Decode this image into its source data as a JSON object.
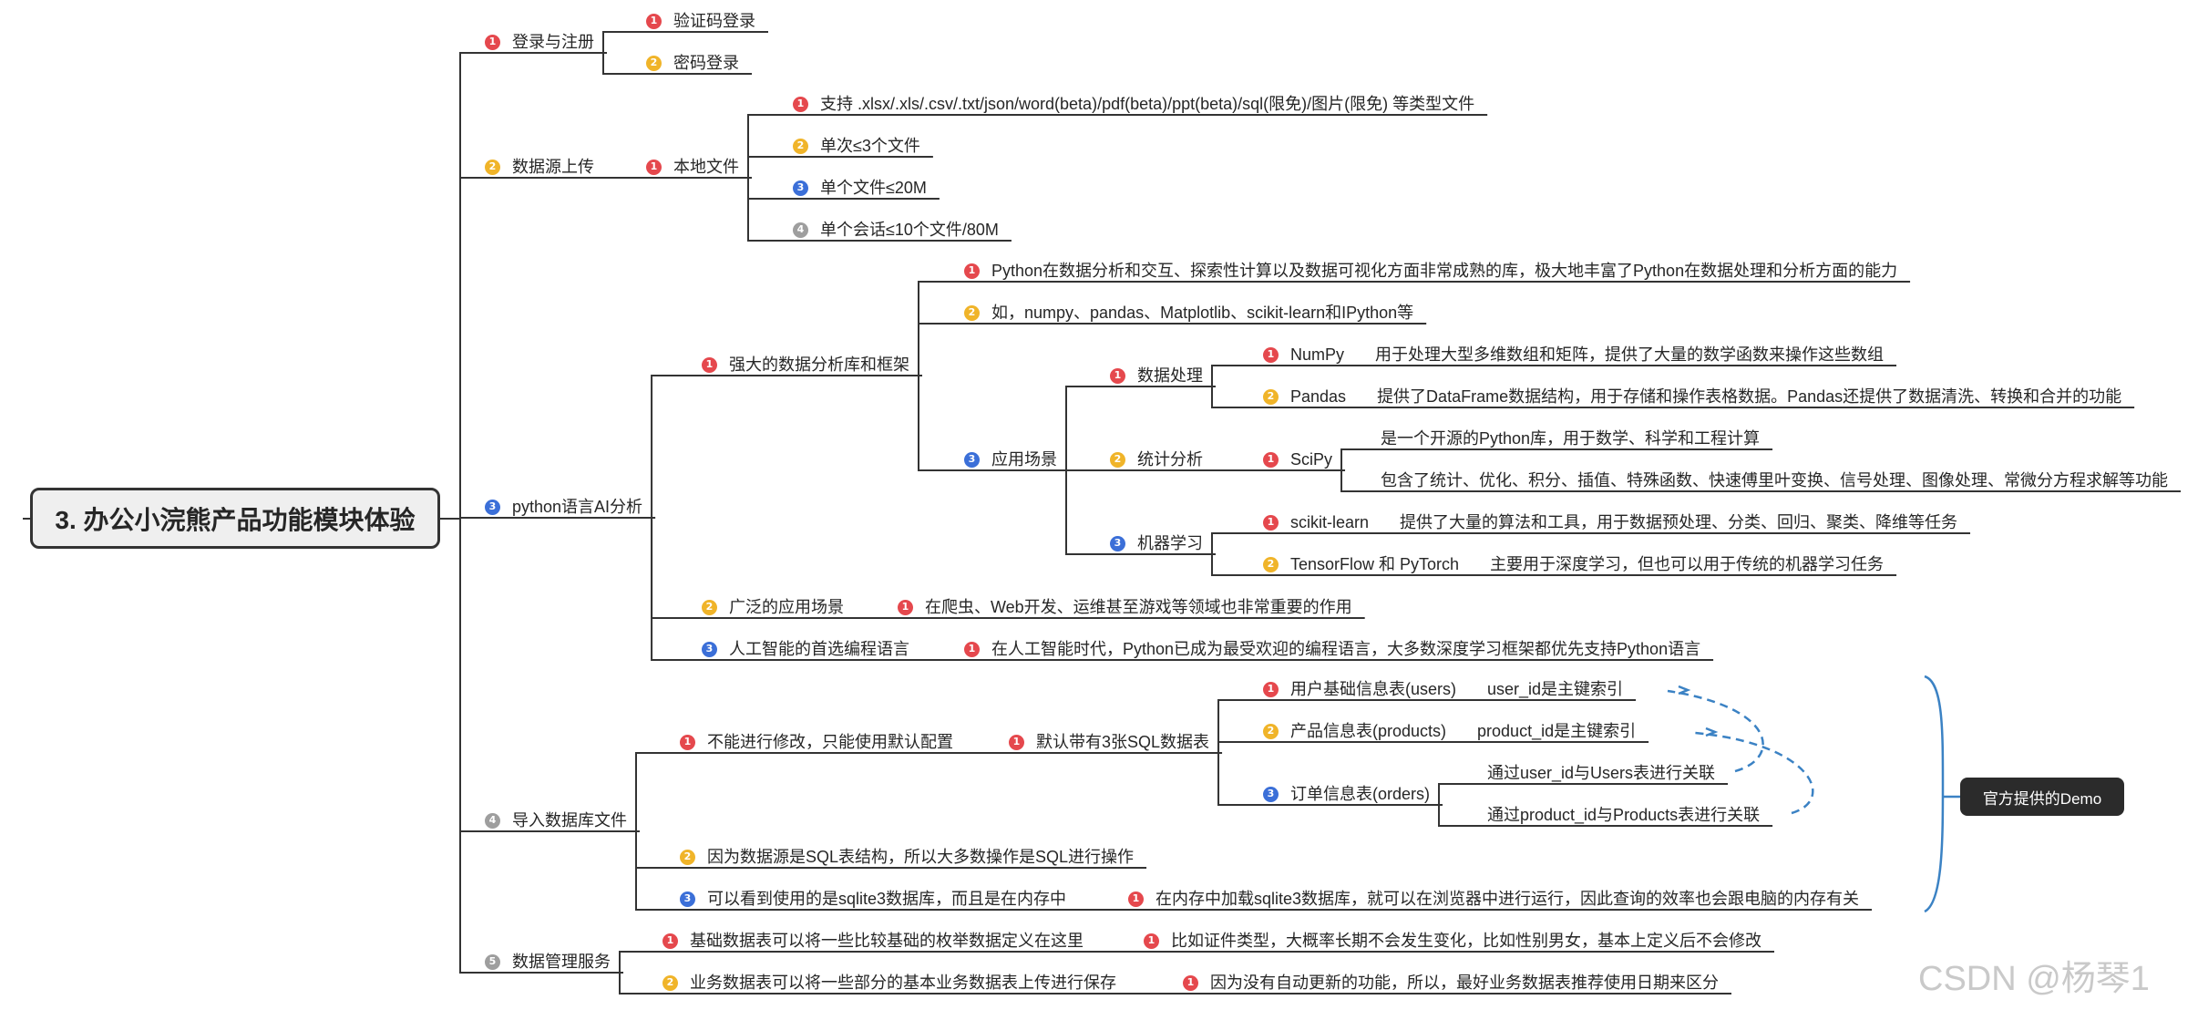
{
  "colors": {
    "n1": "#e5484d",
    "n2": "#f0b429",
    "n3": "#3b6fd8",
    "n4": "#9e9e9e",
    "n5": "#9e9e9e",
    "line": "#333333",
    "accent": "#3b82c4"
  },
  "root": "3. 办公小浣熊产品功能模块体验",
  "demo_label": "官方提供的Demo",
  "watermark": "CSDN @杨琴1",
  "nodes": [
    {
      "n": "1",
      "t": "登录与注册"
    },
    {
      "n": "1",
      "t": "验证码登录"
    },
    {
      "n": "2",
      "t": "密码登录"
    },
    {
      "n": "2",
      "t": "数据源上传"
    },
    {
      "n": "1",
      "t": "本地文件"
    },
    {
      "n": "1",
      "t": "支持 .xlsx/.xls/.csv/.txt/json/word(beta)/pdf(beta)/ppt(beta)/sql(限免)/图片(限免) 等类型文件"
    },
    {
      "n": "2",
      "t": "单次≤3个文件"
    },
    {
      "n": "3",
      "t": "单个文件≤20M"
    },
    {
      "n": "4",
      "t": "单个会话≤10个文件/80M"
    },
    {
      "n": "3",
      "t": "python语言AI分析"
    },
    {
      "n": "1",
      "t": "强大的数据分析库和框架"
    },
    {
      "n": "1",
      "t": "Python在数据分析和交互、探索性计算以及数据可视化方面非常成熟的库，极大地丰富了Python在数据处理和分析方面的能力"
    },
    {
      "n": "2",
      "t": "如，numpy、pandas、Matplotlib、scikit-learn和IPython等"
    },
    {
      "n": "3",
      "t": "应用场景"
    },
    {
      "n": "1",
      "t": "数据处理"
    },
    {
      "n": "1",
      "t": "NumPy",
      "d": "用于处理大型多维数组和矩阵，提供了大量的数学函数来操作这些数组"
    },
    {
      "n": "2",
      "t": "Pandas",
      "d": "提供了DataFrame数据结构，用于存储和操作表格数据。Pandas还提供了数据清洗、转换和合并的功能"
    },
    {
      "n": "2",
      "t": "统计分析"
    },
    {
      "n": "1",
      "t": "SciPy"
    },
    {
      "t": "是一个开源的Python库，用于数学、科学和工程计算"
    },
    {
      "t": "包含了统计、优化、积分、插值、特殊函数、快速傅里叶变换、信号处理、图像处理、常微分方程求解等功能"
    },
    {
      "n": "3",
      "t": "机器学习"
    },
    {
      "n": "1",
      "t": "scikit-learn",
      "d": "提供了大量的算法和工具，用于数据预处理、分类、回归、聚类、降维等任务"
    },
    {
      "n": "2",
      "t": "TensorFlow 和 PyTorch",
      "d": "主要用于深度学习，但也可以用于传统的机器学习任务"
    },
    {
      "n": "2",
      "t": "广泛的应用场景"
    },
    {
      "n": "1",
      "t": "在爬虫、Web开发、运维甚至游戏等领域也非常重要的作用"
    },
    {
      "n": "3",
      "t": "人工智能的首选编程语言"
    },
    {
      "n": "1",
      "t": "在人工智能时代，Python已成为最受欢迎的编程语言，大多数深度学习框架都优先支持Python语言"
    },
    {
      "n": "4",
      "t": "导入数据库文件"
    },
    {
      "n": "1",
      "t": "不能进行修改，只能使用默认配置"
    },
    {
      "n": "1",
      "t": "默认带有3张SQL数据表"
    },
    {
      "n": "1",
      "t": "用户基础信息表(users)",
      "d": "user_id是主键索引"
    },
    {
      "n": "2",
      "t": "产品信息表(products)",
      "d": "product_id是主键索引"
    },
    {
      "n": "3",
      "t": "订单信息表(orders)"
    },
    {
      "t": "通过user_id与Users表进行关联"
    },
    {
      "t": "通过product_id与Products表进行关联"
    },
    {
      "n": "2",
      "t": "因为数据源是SQL表结构，所以大多数操作是SQL进行操作"
    },
    {
      "n": "3",
      "t": "可以看到使用的是sqlite3数据库，而且是在内存中"
    },
    {
      "n": "1",
      "t": "在内存中加载sqlite3数据库，就可以在浏览器中进行运行，因此查询的效率也会跟电脑的内存有关"
    },
    {
      "n": "5",
      "t": "数据管理服务"
    },
    {
      "n": "1",
      "t": "基础数据表可以将一些比较基础的枚举数据定义在这里"
    },
    {
      "n": "1",
      "t": "比如证件类型，大概率长期不会发生变化，比如性别男女，基本上定义后不会修改"
    },
    {
      "n": "2",
      "t": "业务数据表可以将一些部分的基本业务数据表上传进行保存"
    },
    {
      "n": "1",
      "t": "因为没有自动更新的功能，所以，最好业务数据表推荐使用日期来区分"
    }
  ]
}
